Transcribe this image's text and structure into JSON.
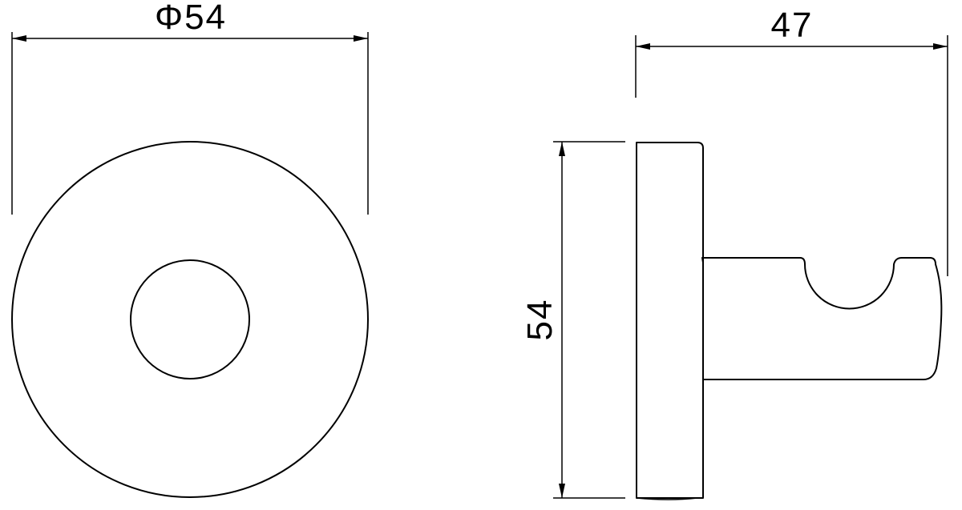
{
  "front_view": {
    "diameter_label": "Φ54"
  },
  "side_view": {
    "depth_label": "47",
    "height_label": "54"
  },
  "colors": {
    "line": "#000000",
    "background": "#ffffff"
  }
}
